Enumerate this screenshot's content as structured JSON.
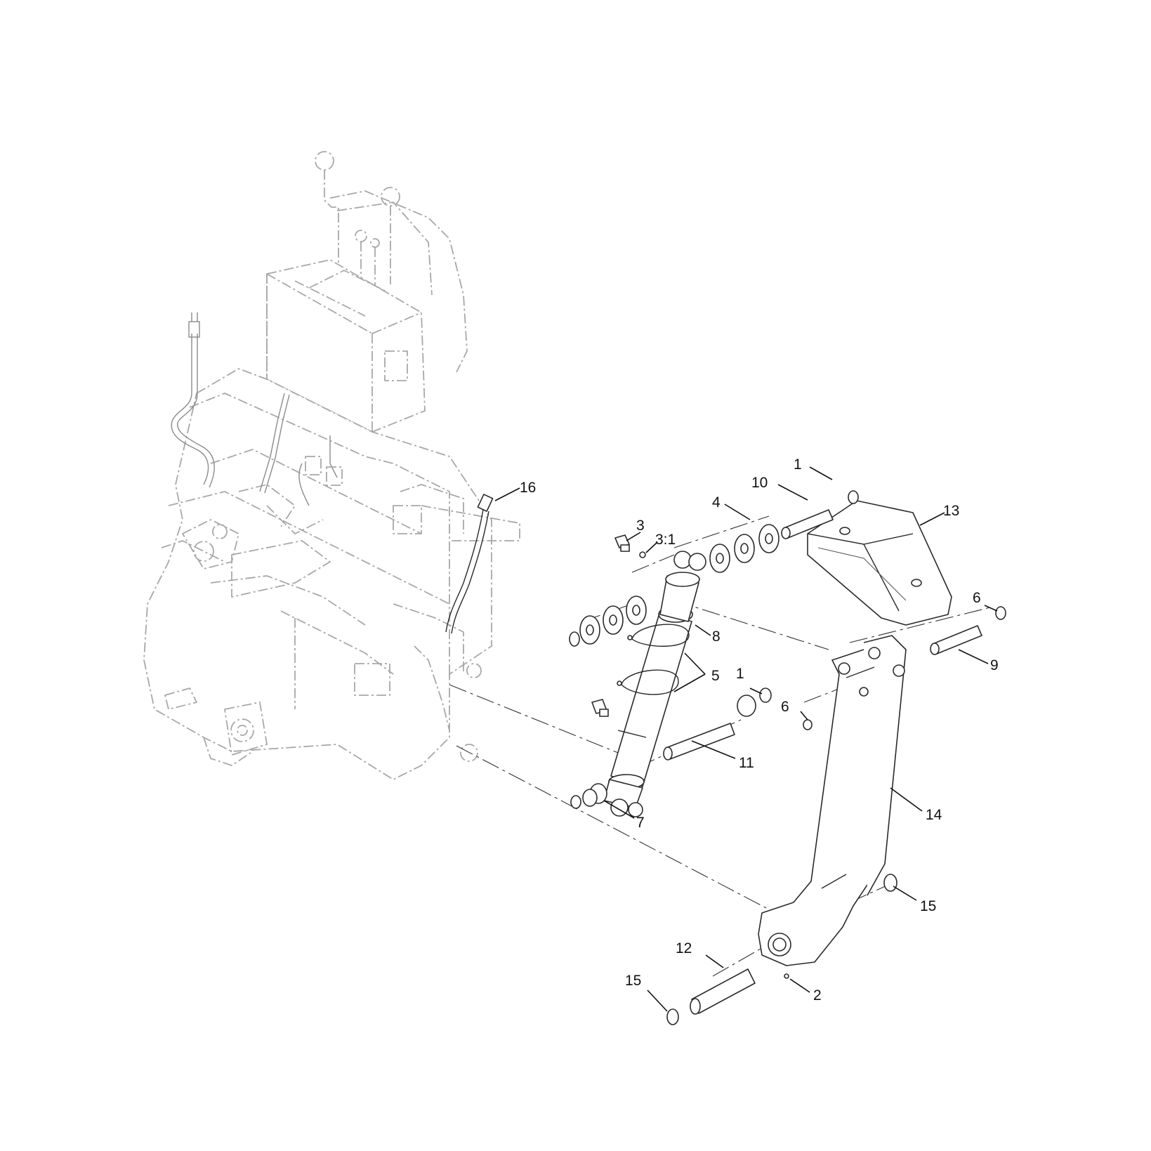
{
  "diagram": {
    "callouts": [
      {
        "id": "c1a",
        "label": "1"
      },
      {
        "id": "c10",
        "label": "10"
      },
      {
        "id": "c4",
        "label": "4"
      },
      {
        "id": "c13",
        "label": "13"
      },
      {
        "id": "c3",
        "label": "3"
      },
      {
        "id": "c3_1",
        "label": "3:1"
      },
      {
        "id": "c16",
        "label": "16"
      },
      {
        "id": "c6a",
        "label": "6"
      },
      {
        "id": "c8",
        "label": "8"
      },
      {
        "id": "c9",
        "label": "9"
      },
      {
        "id": "c5",
        "label": "5"
      },
      {
        "id": "c1b",
        "label": "1"
      },
      {
        "id": "c6b",
        "label": "6"
      },
      {
        "id": "c11",
        "label": "11"
      },
      {
        "id": "c14",
        "label": "14"
      },
      {
        "id": "c7",
        "label": "7"
      },
      {
        "id": "c15a",
        "label": "15"
      },
      {
        "id": "c12",
        "label": "12"
      },
      {
        "id": "c15b",
        "label": "15"
      },
      {
        "id": "c2",
        "label": "2"
      }
    ]
  }
}
